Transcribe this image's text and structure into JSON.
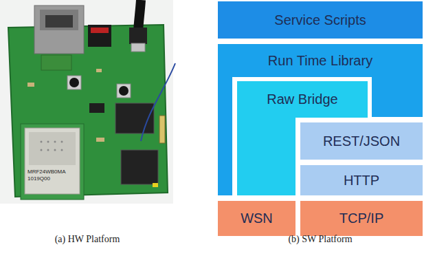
{
  "diagram": {
    "nodes": [
      {
        "text": [
          "Service Scripts"
        ]
      },
      {
        "text": [
          "Run Time Library"
        ]
      },
      {
        "text": [
          "Raw Bridge"
        ],
        "in": 1
      },
      {
        "text": [
          "REST/JSON"
        ]
      },
      {
        "text": [
          "HTTP"
        ]
      },
      {
        "text": [
          "WSN"
        ]
      },
      {
        "text": [
          "TCP/IP"
        ]
      }
    ],
    "labels": [
      "MRF24WB0MA",
      "1019Q00",
      "(a) HW Platform",
      "(b) SW Platform"
    ]
  }
}
